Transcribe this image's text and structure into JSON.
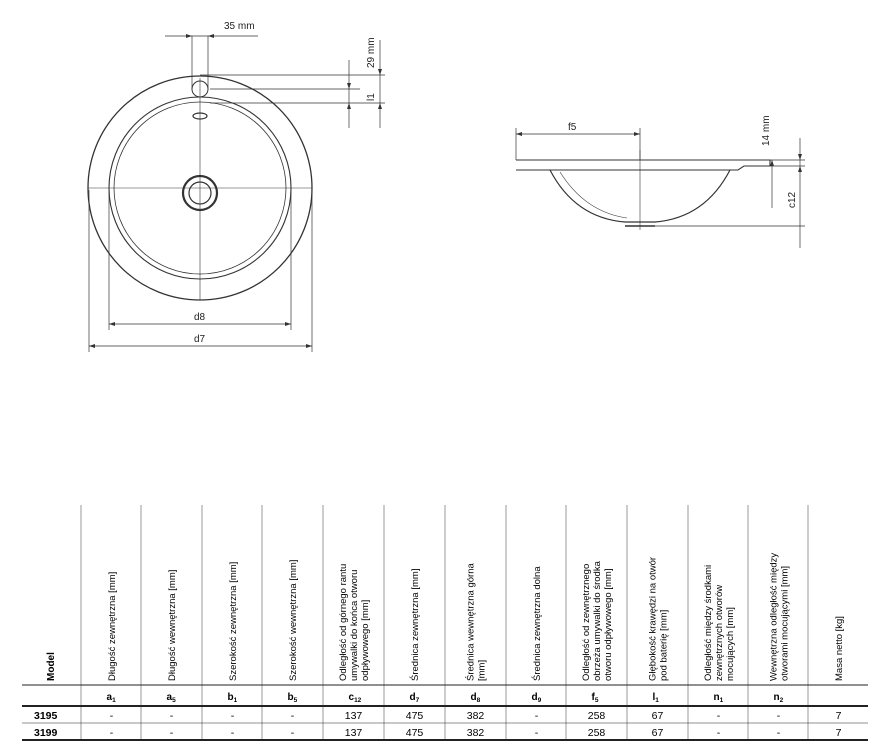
{
  "drawing": {
    "top_view": {
      "dim_35": "35 mm",
      "dim_29": "29 mm",
      "dim_l1": "l1",
      "dim_d8": "d8",
      "dim_d7": "d7"
    },
    "side_view": {
      "dim_f5": "f5",
      "dim_14": "14 mm",
      "dim_c12": "c12"
    }
  },
  "table": {
    "headers": [
      "Model",
      "Długość zewnętrzna [mm]",
      "Długość wewnętrzna [mm]",
      "Szerokość zewnętrzna [mm]",
      "Szerokość wewnętrzna [mm]",
      "Odległość od górnego rantu umywalki do końca otworu odpływowego [mm]",
      "Średnica zewnętrzna [mm]",
      "Średnica wewnętrzna górna [mm]",
      "Średnica zewnętrzna dolna",
      "Odległość od zewnętrznego obrzeża umywalki do środka otworu odpływowego [mm]",
      "Głębokość krawędzi na otwór pod baterię [mm]",
      "Odległość między środkami zewnętrznych otworów mocujących [mm]",
      "Wewnętrzna odległość między otworami mocującymi [mm]",
      "Masa netto [kg]"
    ],
    "symbols": [
      {
        "base": "",
        "sub": ""
      },
      {
        "base": "a",
        "sub": "1"
      },
      {
        "base": "a",
        "sub": "5"
      },
      {
        "base": "b",
        "sub": "1"
      },
      {
        "base": "b",
        "sub": "5"
      },
      {
        "base": "c",
        "sub": "12"
      },
      {
        "base": "d",
        "sub": "7"
      },
      {
        "base": "d",
        "sub": "8"
      },
      {
        "base": "d",
        "sub": "9"
      },
      {
        "base": "f",
        "sub": "5"
      },
      {
        "base": "l",
        "sub": "1"
      },
      {
        "base": "n",
        "sub": "1"
      },
      {
        "base": "n",
        "sub": "2"
      },
      {
        "base": "",
        "sub": ""
      }
    ],
    "rows": [
      [
        "3195",
        "-",
        "-",
        "-",
        "-",
        "137",
        "475",
        "382",
        "-",
        "258",
        "67",
        "-",
        "-",
        "7"
      ],
      [
        "3199",
        "-",
        "-",
        "-",
        "-",
        "137",
        "475",
        "382",
        "-",
        "258",
        "67",
        "-",
        "-",
        "7"
      ]
    ]
  }
}
